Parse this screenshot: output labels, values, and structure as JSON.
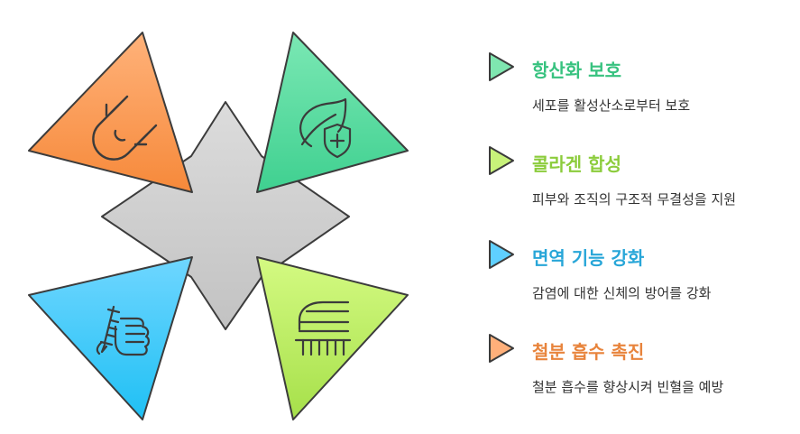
{
  "items": [
    {
      "title": "항산화 보호",
      "desc": "세포를 활성산소로부터 보호",
      "color": "#37c27f",
      "icon": "leaf-shield-icon"
    },
    {
      "title": "콜라겐 합성",
      "desc": "피부와 조직의 구조적 무결성을 지원",
      "color": "#8ccc3c",
      "icon": "train-icon"
    },
    {
      "title": "면역 기능 강화",
      "desc": "감염에 대한 신체의 방어를 강화",
      "color": "#28a6d8",
      "icon": "fist-syringe-icon"
    },
    {
      "title": "철분 흡수 촉진",
      "desc": "철분 흡수를 향상시켜 빈혈을 예방",
      "color": "#e8843c",
      "icon": "magnet-icon"
    }
  ]
}
